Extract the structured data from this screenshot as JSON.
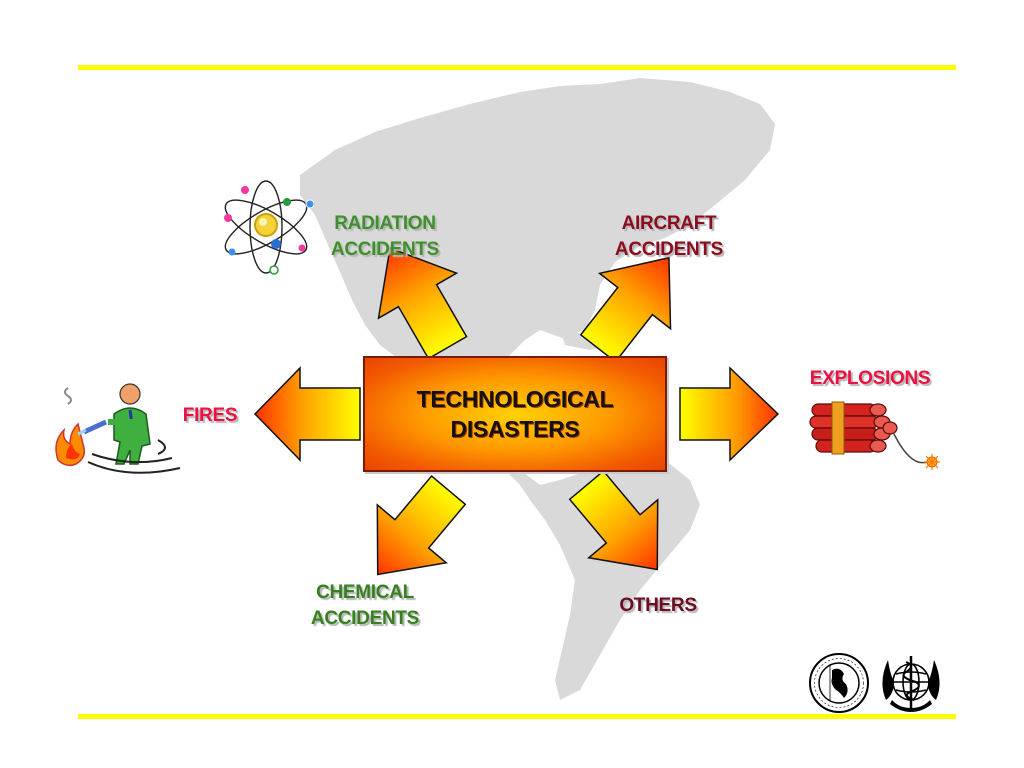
{
  "diagram": {
    "center": {
      "line1": "TECHNOLOGICAL",
      "line2": "DISASTERS"
    },
    "branches": {
      "radiation": {
        "line1": "RADIATION",
        "line2": "ACCIDENTS",
        "color": "#3f8f2a",
        "icon": "atom-icon"
      },
      "aircraft": {
        "line1": "AIRCRAFT",
        "line2": "ACCIDENTS",
        "color": "#8a0c1e"
      },
      "explosions": {
        "line1": "EXPLOSIONS",
        "color": "#ee1040",
        "icon": "dynamite-icon"
      },
      "fires": {
        "line1": "FIRES",
        "color": "#ee1040",
        "icon": "firefighter-icon"
      },
      "chemical": {
        "line1": "CHEMICAL",
        "line2": "ACCIDENTS",
        "color": "#36801f"
      },
      "others": {
        "line1": "OTHERS",
        "color": "#6c0d22"
      }
    }
  },
  "decor": {
    "rule_color": "#ffff00",
    "arrow_gradient": [
      "#ffff00",
      "#ff9900",
      "#ff3300"
    ],
    "map_color": "#d9d9d9",
    "logos": [
      "paho-seal-icon",
      "who-emblem-icon"
    ]
  }
}
